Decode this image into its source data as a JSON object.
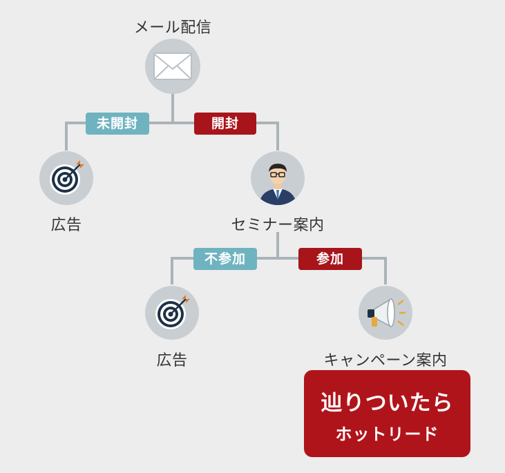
{
  "nodes": {
    "mail": {
      "label": "メール配信",
      "icon": "envelope-icon"
    },
    "ad_left": {
      "label": "広告",
      "icon": "target-icon"
    },
    "seminar": {
      "label": "セミナー案内",
      "icon": "businessman-icon"
    },
    "ad_mid": {
      "label": "広告",
      "icon": "target-icon"
    },
    "campaign": {
      "label": "キャンペーン案内",
      "icon": "megaphone-icon"
    }
  },
  "branches": {
    "unopened": "未開封",
    "opened": "開封",
    "not_joined": "不参加",
    "joined": "参加"
  },
  "cta": {
    "line1": "辿りついたら",
    "line2": "ホットリード"
  },
  "colors": {
    "teal": "#6fb3c0",
    "red": "#a7141a",
    "node_bg": "#c9ced2",
    "line": "#aab3b8"
  }
}
